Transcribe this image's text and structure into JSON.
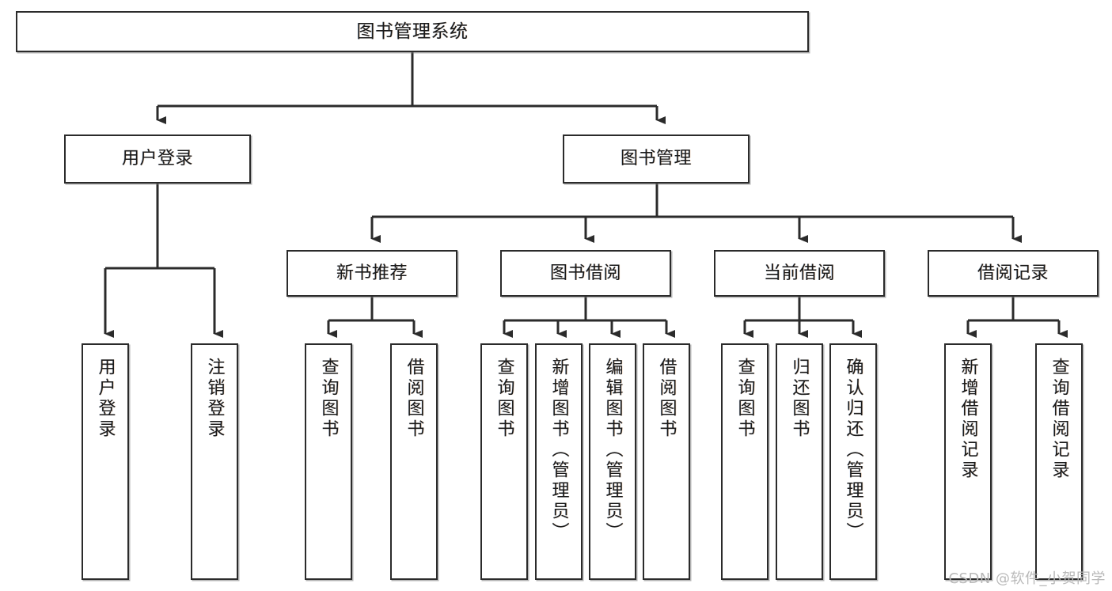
{
  "diagram": {
    "title": "图书管理系统",
    "type": "tree",
    "watermark": "CSDN @软件_小贺同学",
    "colors": {
      "background": "#ffffff",
      "box_border": "#2b2b2b",
      "box_fill": "#ffffff",
      "connector": "#2b2b2b",
      "text": "#1a1a1a",
      "watermark": "#b9b9b9"
    },
    "root": {
      "label": "图书管理系统"
    },
    "level2": [
      {
        "label": "用户登录"
      },
      {
        "label": "图书管理"
      }
    ],
    "level3": [
      {
        "label": "新书推荐"
      },
      {
        "label": "图书借阅"
      },
      {
        "label": "当前借阅"
      },
      {
        "label": "借阅记录"
      }
    ],
    "leaves": {
      "user_login": [
        {
          "label": "用户登录"
        },
        {
          "label": "注销登录"
        }
      ],
      "new_book_recommend": [
        {
          "label": "查询图书"
        },
        {
          "label": "借阅图书"
        }
      ],
      "book_borrow": [
        {
          "label": "查询图书"
        },
        {
          "label": "新增图书（管理员）"
        },
        {
          "label": "编辑图书（管理员）"
        },
        {
          "label": "借阅图书"
        }
      ],
      "current_borrow": [
        {
          "label": "查询图书"
        },
        {
          "label": "归还图书"
        },
        {
          "label": "确认归还（管理员）"
        }
      ],
      "borrow_records": [
        {
          "label": "新增借阅记录"
        },
        {
          "label": "查询借阅记录"
        }
      ]
    }
  }
}
